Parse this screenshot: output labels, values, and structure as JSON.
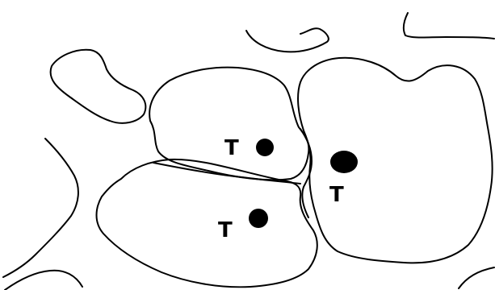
{
  "diagram": {
    "markers": [
      {
        "id": "cell-upper-middle",
        "label": "T"
      },
      {
        "id": "cell-right-large",
        "label": "T"
      },
      {
        "id": "cell-lower-middle",
        "label": "T"
      }
    ],
    "colors": {
      "stroke": "#000000",
      "background": "#ffffff",
      "marker": "#000000"
    }
  }
}
